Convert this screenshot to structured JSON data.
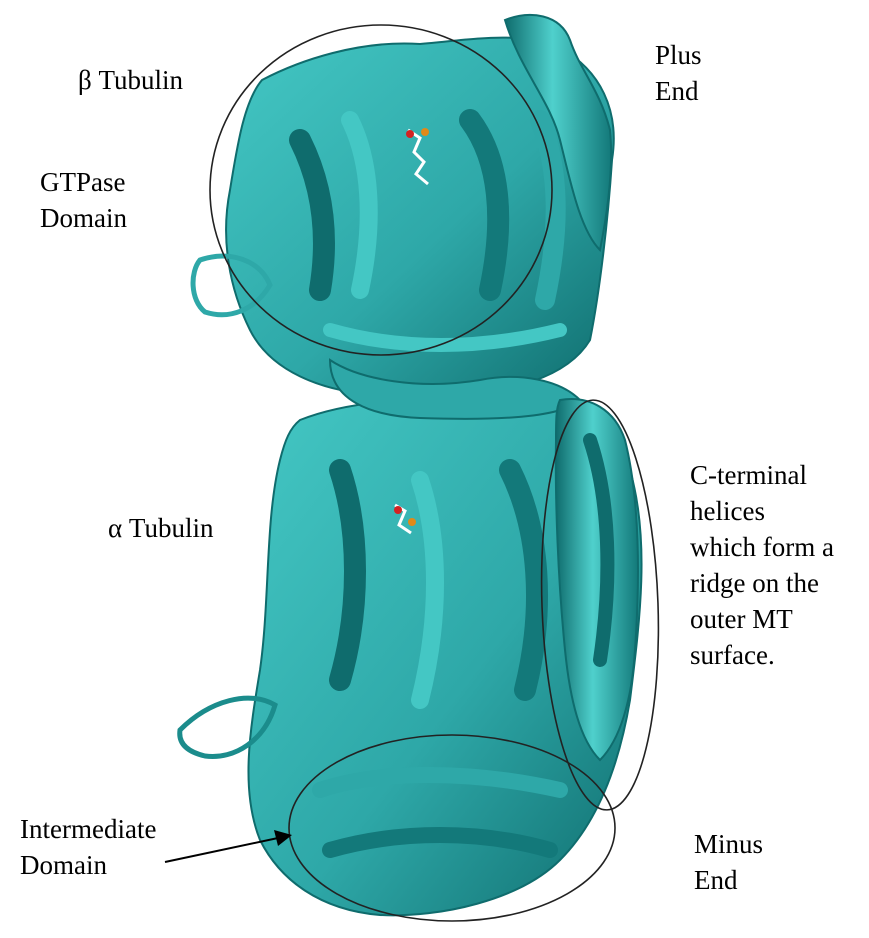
{
  "colors": {
    "background": "#ffffff",
    "ribbon_fill": "#2ea8a8",
    "ribbon_light": "#44c7c4",
    "ribbon_dark": "#0f6c6d",
    "outline": "#222222",
    "text": "#000000"
  },
  "labels": {
    "beta_tubulin": {
      "symbol": "β",
      "name": "Tubulin"
    },
    "plus_end": [
      "Plus",
      "End"
    ],
    "gtpase_domain": [
      "GTPase",
      "Domain"
    ],
    "alpha_tubulin": {
      "symbol": "α",
      "name": "Tubulin"
    },
    "c_terminal": [
      "C-terminal",
      "helices",
      "which form a",
      "ridge on the",
      "outer MT",
      "surface."
    ],
    "intermediate_domain": [
      "Intermediate",
      "Domain"
    ],
    "minus_end": [
      "Minus",
      "End"
    ]
  },
  "figure": {
    "subject": "tubulin-heterodimer-ribbon-structure",
    "highlight_shapes": [
      "gtpase-domain-circle",
      "c-terminal-helices-ellipse",
      "intermediate-domain-ellipse"
    ],
    "pointer": "intermediate-domain-arrow"
  }
}
